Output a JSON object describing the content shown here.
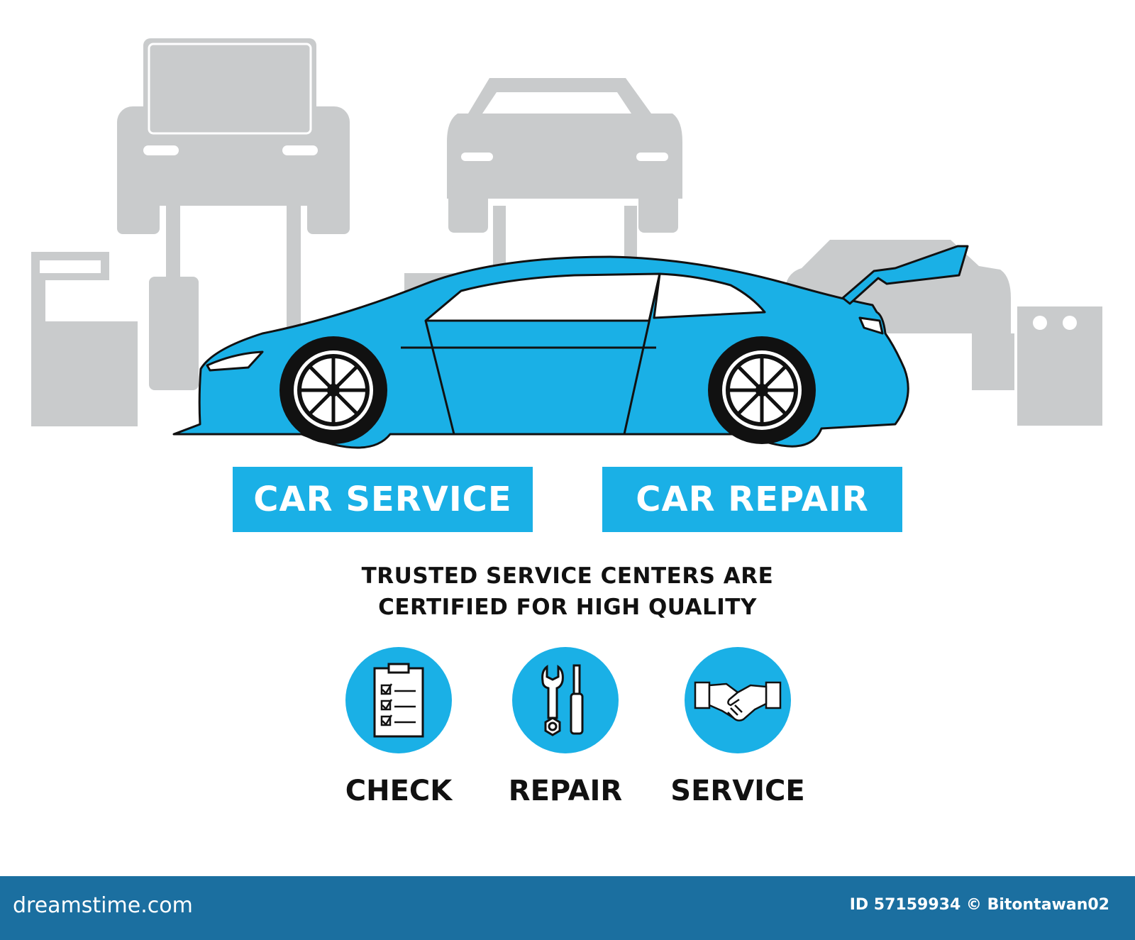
{
  "scene": {
    "car_color": "#1ab0e6",
    "background_vehicle_color": "#c9cbcc"
  },
  "banners": {
    "left": "CAR SERVICE",
    "right": "CAR REPAIR"
  },
  "tagline": {
    "line1": "TRUSTED SERVICE CENTERS ARE",
    "line2": "CERTIFIED FOR HIGH QUALITY"
  },
  "features": [
    {
      "label": "CHECK",
      "icon": "clipboard-checklist-icon"
    },
    {
      "label": "REPAIR",
      "icon": "wrench-screwdriver-icon"
    },
    {
      "label": "SERVICE",
      "icon": "handshake-icon"
    }
  ],
  "footer": {
    "site": "dreamstime.com",
    "stock_id": "ID 57159934 © Bitontawan02"
  }
}
